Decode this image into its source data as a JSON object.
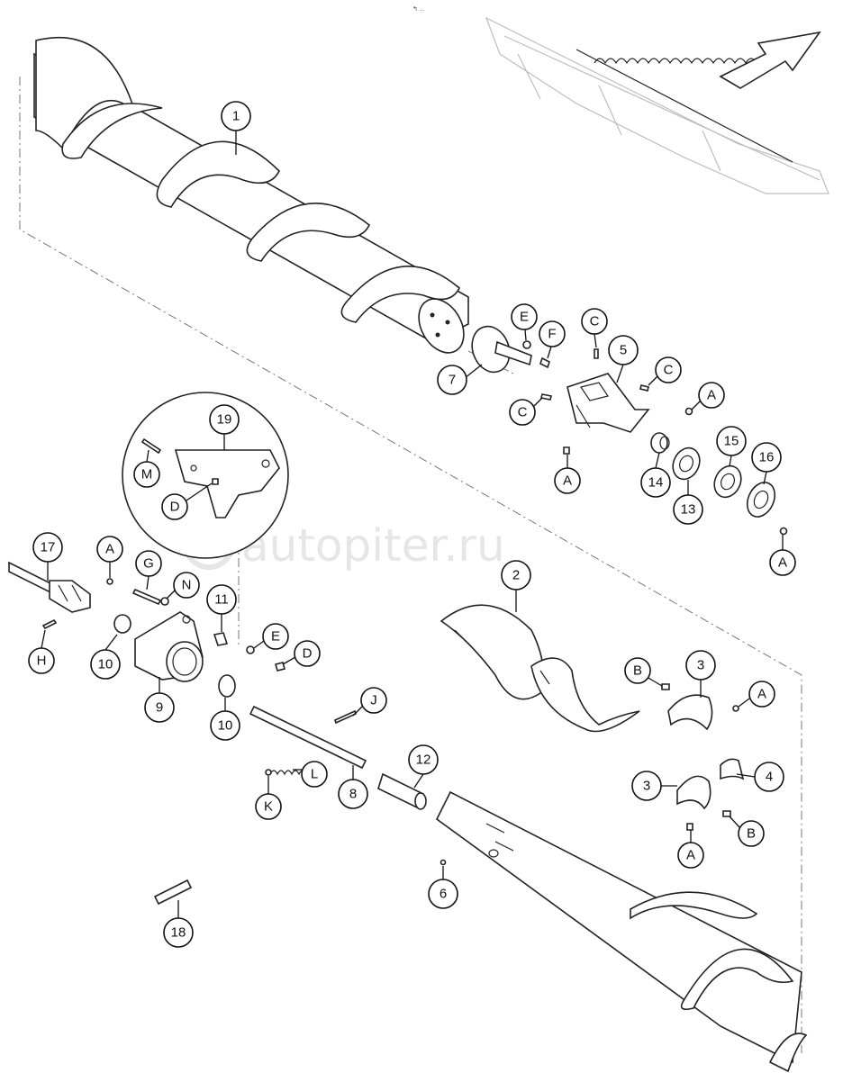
{
  "header_mark": "↰ ...",
  "watermark": "autopiter.ru",
  "callouts": {
    "c1": "1",
    "c2": "2",
    "c3a": "3",
    "c3b": "3",
    "c4": "4",
    "c5": "5",
    "c6": "6",
    "c7": "7",
    "c8": "8",
    "c9": "9",
    "c10a": "10",
    "c10b": "10",
    "c11": "11",
    "c12": "12",
    "c13": "13",
    "c14": "14",
    "c15": "15",
    "c16": "16",
    "c17": "17",
    "c18": "18",
    "c19": "19",
    "cA1": "A",
    "cA2": "A",
    "cA3": "A",
    "cA4": "A",
    "cA5": "A",
    "cA6": "A",
    "cB1": "B",
    "cB2": "B",
    "cC1": "C",
    "cC2": "C",
    "cC3": "C",
    "cD1": "D",
    "cD2": "D",
    "cE1": "E",
    "cE2": "E",
    "cF": "F",
    "cG": "G",
    "cH": "H",
    "cJ": "J",
    "cK": "K",
    "cL": "L",
    "cM": "M",
    "cN": "N"
  }
}
